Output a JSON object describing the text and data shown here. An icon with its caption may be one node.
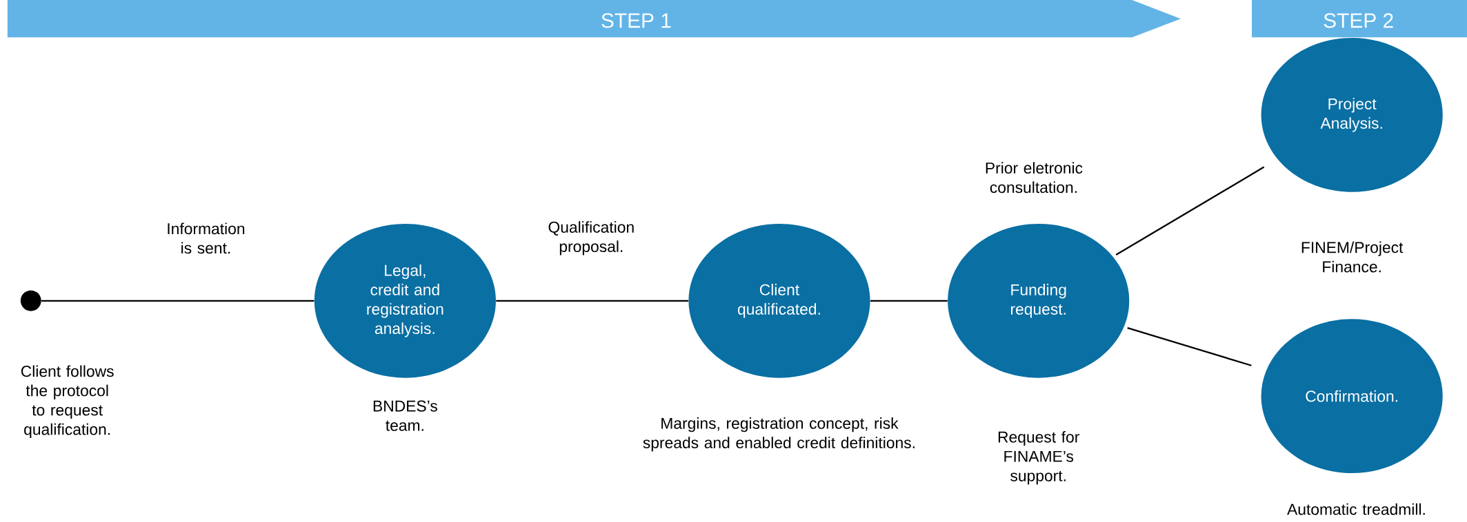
{
  "diagram": {
    "nodes": [
      {
        "text": [
          "STEP 1"
        ]
      },
      {
        "text": [
          "STEP 2"
        ]
      },
      {
        "text": [],
        "shape": "circle"
      },
      {
        "text": [
          "Legal, credit and registration analysis."
        ],
        "beside": [
          "BNDES’s team."
        ]
      },
      {
        "text": [
          "Client qualificated."
        ],
        "beside": [
          "Margins, registration concept, risk spreads and enabled credit definitions."
        ]
      },
      {
        "text": [
          "Funding request."
        ],
        "beside": [
          "Prior eletronic consultation."
        ]
      },
      {
        "text": [
          "Project Analysis."
        ],
        "beside": [
          "FINEM/Project Finance."
        ]
      },
      {
        "text": [
          "Confirmation."
        ],
        "beside": [
          "Automatic treadmill."
        ]
      }
    ],
    "edges": [
      {
        "from": 2,
        "to": 3,
        "arrow": "none",
        "label": "Information is sent."
      },
      {
        "from": 3,
        "to": 4,
        "arrow": "none",
        "label": "Qualification proposal."
      },
      {
        "from": 4,
        "to": 5,
        "arrow": "none"
      },
      {
        "from": 5,
        "to": 6,
        "arrow": "none"
      },
      {
        "from": 5,
        "to": 7,
        "arrow": "none"
      }
    ],
    "labels": [
      "Client follows the protocol to request qualification.",
      "Request for FINAME’s support."
    ]
  }
}
